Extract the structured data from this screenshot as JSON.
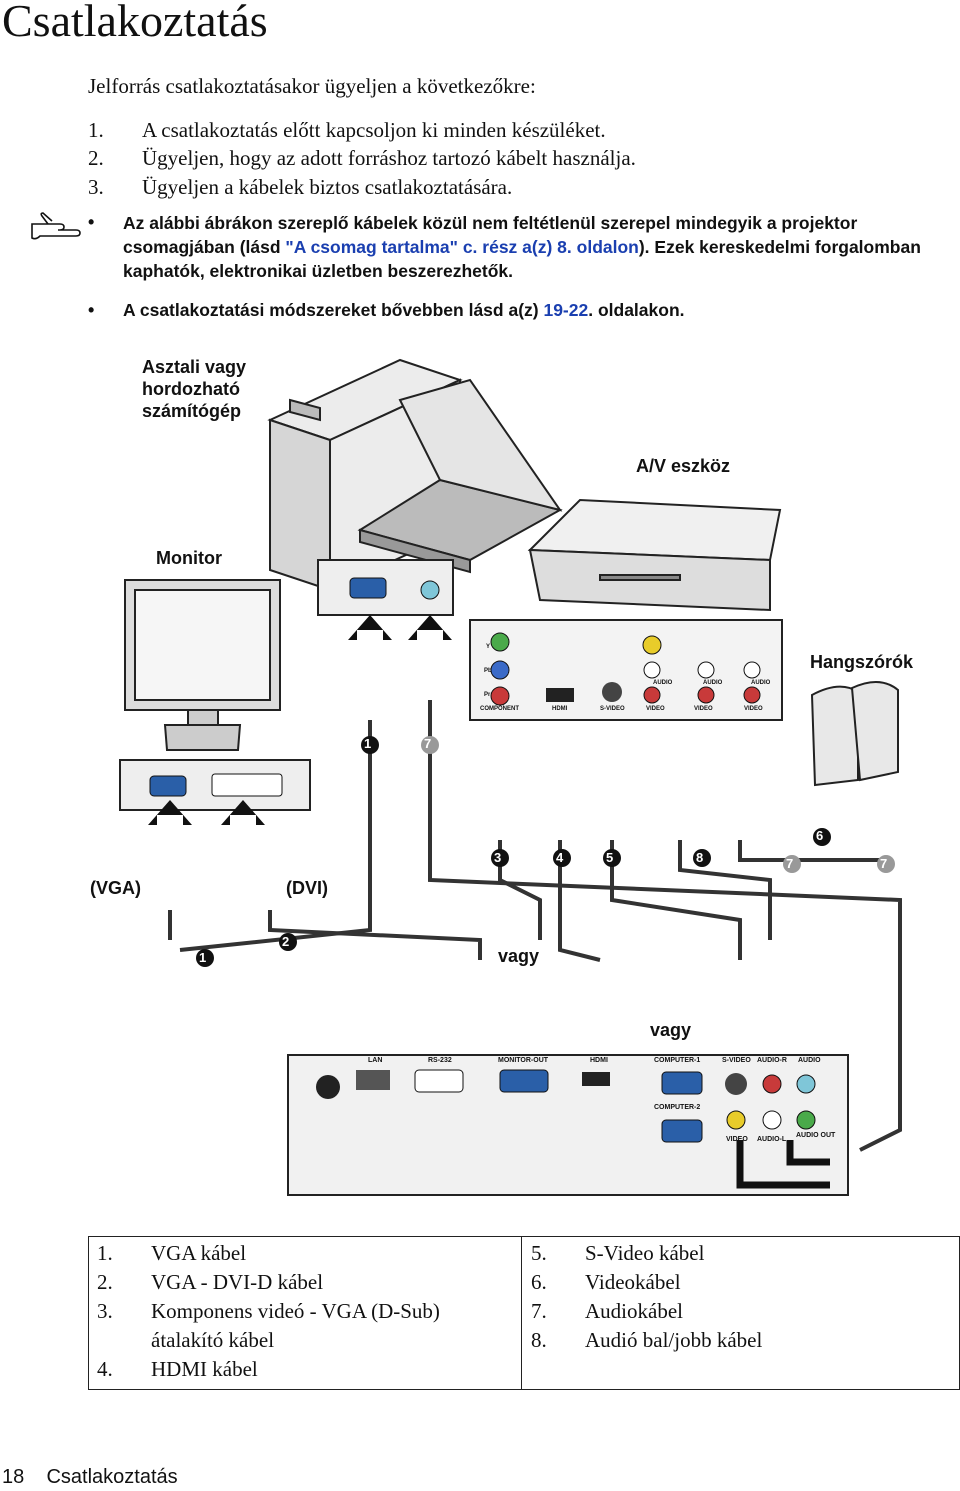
{
  "title": "Csatlakoztatás",
  "intro": "Jelforrás csatlakoztatásakor ügyeljen a következőkre:",
  "steps": [
    {
      "num": "1.",
      "text": "A csatlakoztatás előtt kapcsoljon ki minden készüléket."
    },
    {
      "num": "2.",
      "text": "Ügyeljen, hogy az adott forráshoz tartozó kábelt használja."
    },
    {
      "num": "3.",
      "text": "Ügyeljen a kábelek biztos csatlakoztatására."
    }
  ],
  "notes": {
    "n1_a": "Az alábbi ábrákon szereplő kábelek közül nem feltétlenül szerepel mindegyik a projektor csomagjában (lásd ",
    "n1_link": "\"A csomag tartalma\" c. rész",
    "n1_b": " a(z) ",
    "n1_page": "8",
    "n1_c": ". ",
    "n1_oldalon": "oldalon",
    "n1_d": "). Ezek kereskedelmi forgalomban kaphatók, elektronikai üzletben beszerezhetők.",
    "n2_a": "A csatlakoztatási módszereket bővebben lásd a(z) ",
    "n2_pages": "19-22",
    "n2_b": ". oldalakon."
  },
  "diagram": {
    "computer_label": "Asztali vagy hordozható számítógép",
    "av_label": "A/V eszköz",
    "monitor_label": "Monitor",
    "speakers_label": "Hangszórók",
    "vga_label": "(VGA)",
    "dvi_label": "(DVI)",
    "or1": "vagy",
    "or2": "vagy",
    "av_ports": [
      "Y",
      "Pb",
      "Pr",
      "COMPONENT",
      "HDMI",
      "S-VIDEO",
      "VIDEO",
      "AUDIO",
      "VIDEO",
      "AUDIO",
      "VIDEO",
      "AUDIO"
    ],
    "projector_ports": [
      "LAN",
      "RS-232",
      "MONITOR-OUT",
      "HDMI",
      "COMPUTER-1",
      "S-VIDEO",
      "AUDIO-R",
      "AUDIO",
      "COMPUTER-2",
      "VIDEO",
      "AUDIO-L",
      "AUDIO OUT"
    ],
    "cable_numbers": [
      "1",
      "7",
      "6",
      "3",
      "4",
      "5",
      "8",
      "7",
      "7",
      "1",
      "2"
    ]
  },
  "legend": [
    {
      "num": "1.",
      "text": "VGA kábel"
    },
    {
      "num": "2.",
      "text": "VGA - DVI-D kábel"
    },
    {
      "num": "3.",
      "text": "Komponens videó - VGA (D-Sub)"
    },
    {
      "num": "",
      "text": "átalakító kábel"
    },
    {
      "num": "4.",
      "text": "HDMI kábel"
    },
    {
      "num": "5.",
      "text": "S-Video kábel"
    },
    {
      "num": "6.",
      "text": "Videokábel"
    },
    {
      "num": "7.",
      "text": "Audiokábel"
    },
    {
      "num": "8.",
      "text": "Audió bal/jobb kábel"
    }
  ],
  "footer": {
    "page": "18",
    "section": "Csatlakoztatás"
  },
  "colors": {
    "link": "#1a3fb0",
    "vga_blue": "#2a5fa8",
    "cable": "#333333"
  }
}
